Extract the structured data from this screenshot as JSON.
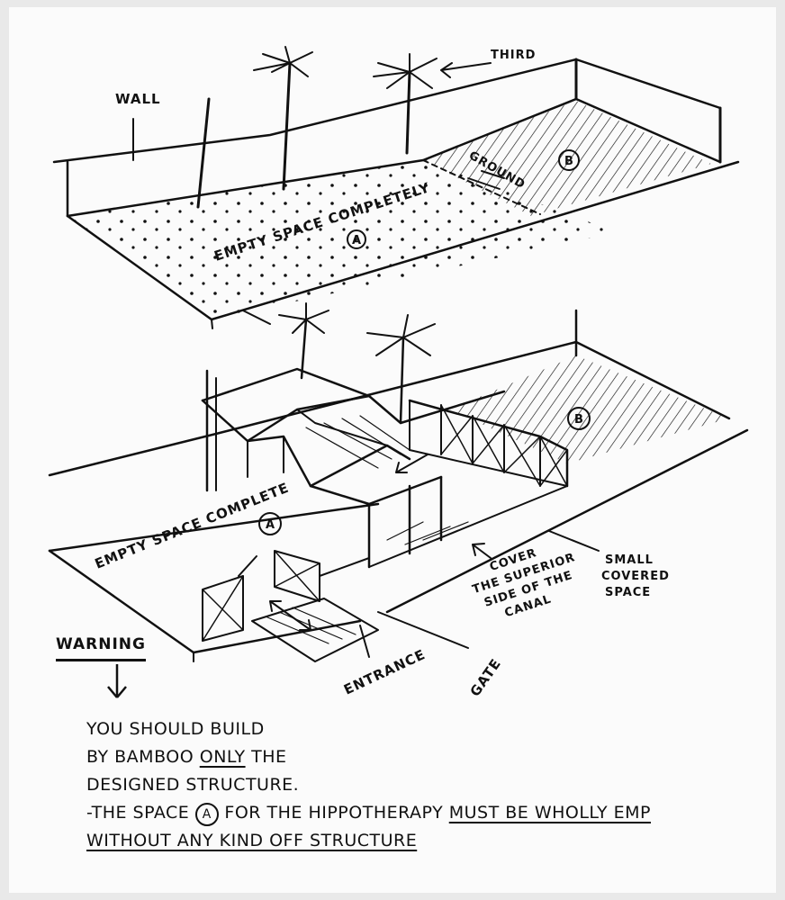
{
  "labels": {
    "wall": "WALL",
    "top_right_cut": "THIRD",
    "empty_space_top": "EMPTY SPACE COMPLETELY",
    "circle_a": "A",
    "circle_b": "B",
    "ground_arrow_label": "GROUND",
    "empty_space_bottom": "EMPTY SPACE COMPLETE",
    "cover_label": "COVER THE SUPERIOR SIDE OF THE CANAL",
    "cover_line1": "COVER",
    "cover_line2": "THE SUPERIOR",
    "cover_line3": "SIDE OF THE",
    "cover_line4": "CANAL",
    "small_line1": "SMALL",
    "small_line2": "COVERED",
    "small_line3": "SPACE",
    "entrance": "ENTRANCE",
    "gate": "GATE",
    "warning": "WARNING"
  },
  "note": {
    "line1": "YOU SHOULD BUILD",
    "line2_pre": "BY BAMBOO",
    "line2_only": "ONLY",
    "line2_post": "THE",
    "line3": "DESIGNED STRUCTURE.",
    "line4_pre": "-THE SPACE",
    "line4_circle": "A",
    "line4_mid": "FOR THE HIPPOTHERAPY",
    "line4_emph": "MUST BE WHOLLY EMP",
    "line5": "WITHOUT ANY KIND OFF STRUCTURE"
  },
  "colors": {
    "ink": "#111111",
    "paper": "#fbfbfb",
    "frame": "#e9e9e9"
  }
}
